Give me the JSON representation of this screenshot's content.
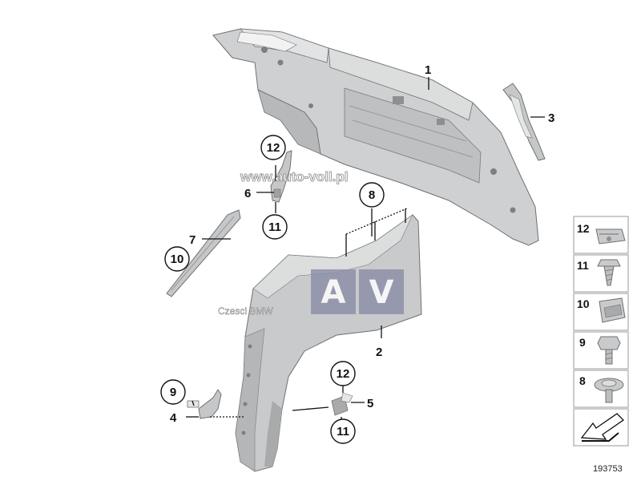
{
  "watermark": {
    "site": "www.auto-voll.pl",
    "logo_left": "A",
    "logo_right": "V",
    "caption": "Czesci BMW"
  },
  "callouts": {
    "p1": "1",
    "p2": "2",
    "p3": "3",
    "p4": "4",
    "p5": "5",
    "p6": "6",
    "p7": "7",
    "p8": "8",
    "p9": "9",
    "p10": "10",
    "p11_upper": "11",
    "p11_lower": "11",
    "p12_upper": "12",
    "p12_lower": "12"
  },
  "legend": {
    "items": [
      {
        "number": "12",
        "part": "clip-nut-icon"
      },
      {
        "number": "11",
        "part": "self-tapping-screw-icon"
      },
      {
        "number": "10",
        "part": "spring-clip-icon"
      },
      {
        "number": "9",
        "part": "hex-bolt-icon"
      },
      {
        "number": "8",
        "part": "washer-screw-icon"
      }
    ],
    "footer_icon": "arrow-icon"
  },
  "diagram_id": "193753",
  "colors": {
    "part_fill": "#c9cacb",
    "part_shadow": "#a9aaab",
    "part_outline": "#6f7072",
    "legend_border": "#9a9a9a",
    "av_logo": "#8c8fa8"
  }
}
